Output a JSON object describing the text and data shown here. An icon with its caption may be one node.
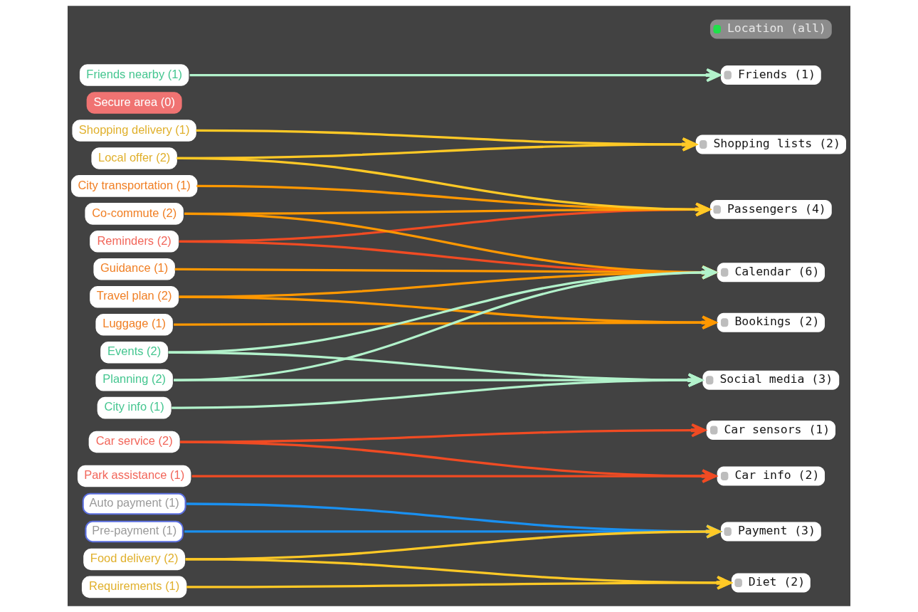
{
  "diagram": {
    "nodes": [
      {
        "text": [
          "Payment (3)"
        ]
      },
      {
        "text": [
          "Social media (3)"
        ]
      },
      {
        "text": [
          "Auto payment (1)"
        ]
      },
      {
        "text": [
          "Friends (1)"
        ]
      },
      {
        "text": [
          "Pre-payment (1)"
        ]
      },
      {
        "text": [
          "Shopping lists (2)"
        ]
      },
      {
        "text": [
          "Car service (2)"
        ]
      },
      {
        "text": [
          "Reminders (2)"
        ]
      },
      {
        "text": [
          "Diet (2)"
        ]
      },
      {
        "text": [
          "Secure area (0)"
        ]
      },
      {
        "text": [
          "Park assistance (1)"
        ]
      },
      {
        "text": [
          "Guidance (1)"
        ]
      },
      {
        "text": [
          "Travel plan (2)"
        ]
      },
      {
        "text": [
          "Luggage (1)"
        ]
      },
      {
        "text": [
          "Bookings (2)"
        ]
      },
      {
        "text": [
          "City transportation (1)"
        ]
      },
      {
        "text": [
          "Co-commute (2)"
        ]
      },
      {
        "text": [
          "Passengers (4)"
        ]
      },
      {
        "text": [
          "Calendar (6)"
        ]
      },
      {
        "text": [
          "Car sensors (1)"
        ]
      },
      {
        "text": [
          "Local offer (2)"
        ]
      },
      {
        "text": [
          "Shopping delivery (1)"
        ]
      },
      {
        "text": [
          "Car info (2)"
        ]
      },
      {
        "text": [
          "Requirements (1)"
        ]
      },
      {
        "text": [
          "Location (all)"
        ]
      },
      {
        "text": [
          "Food delivery (2)"
        ]
      },
      {
        "text": [
          "Friends nearby (1)"
        ]
      },
      {
        "text": [
          "Events (2)"
        ]
      },
      {
        "text": [
          "Planning (2)"
        ]
      },
      {
        "text": [
          "City info (1)"
        ]
      }
    ],
    "edges": [
      {
        "from": 2,
        "to": 0,
        "arrow": "to",
        "color": "#1a90f0"
      },
      {
        "from": 4,
        "to": 0,
        "arrow": "to",
        "color": "#1a90f0"
      },
      {
        "from": 6,
        "to": 22,
        "arrow": "to",
        "color": "#f04b23"
      },
      {
        "from": 6,
        "to": 19,
        "arrow": "to",
        "color": "#f04b23"
      },
      {
        "from": 7,
        "to": 17,
        "arrow": "to",
        "color": "#f04b23"
      },
      {
        "from": 7,
        "to": 18,
        "arrow": "to",
        "color": "#f04b23"
      },
      {
        "from": 10,
        "to": 22,
        "arrow": "to",
        "color": "#f04b23"
      },
      {
        "from": 11,
        "to": 18,
        "arrow": "to"
      },
      {
        "from": 12,
        "to": 14,
        "arrow": "to"
      },
      {
        "from": 12,
        "to": 18,
        "arrow": "to"
      },
      {
        "from": 13,
        "to": 14,
        "arrow": "to"
      },
      {
        "from": 15,
        "to": 17,
        "arrow": "to"
      },
      {
        "from": 16,
        "to": 17,
        "arrow": "to"
      },
      {
        "from": 16,
        "to": 18,
        "arrow": "to"
      },
      {
        "from": 20,
        "to": 5,
        "arrow": "to",
        "color": "#ffc926"
      },
      {
        "from": 20,
        "to": 17,
        "arrow": "to",
        "color": "#ffc926"
      },
      {
        "from": 21,
        "to": 5,
        "arrow": "to",
        "color": "#ffc926"
      },
      {
        "from": 23,
        "to": 8,
        "arrow": "to",
        "color": "#ffc926"
      },
      {
        "from": 25,
        "to": 0,
        "arrow": "to",
        "color": "#ffc926"
      },
      {
        "from": 25,
        "to": 8,
        "arrow": "to",
        "color": "#ffc926"
      },
      {
        "from": 26,
        "to": 3,
        "arrow": "to",
        "color": "#b2f2cb"
      },
      {
        "from": 27,
        "to": 1,
        "arrow": "to",
        "color": "#b2f2cb"
      },
      {
        "from": 27,
        "to": 18,
        "arrow": "to",
        "color": "#b2f2cb"
      },
      {
        "from": 28,
        "to": 1,
        "arrow": "to",
        "color": "#b2f2cb"
      },
      {
        "from": 28,
        "to": 18,
        "arrow": "to",
        "color": "#b2f2cb"
      },
      {
        "from": 29,
        "to": 1,
        "arrow": "to",
        "color": "#b2f2cb"
      }
    ]
  }
}
